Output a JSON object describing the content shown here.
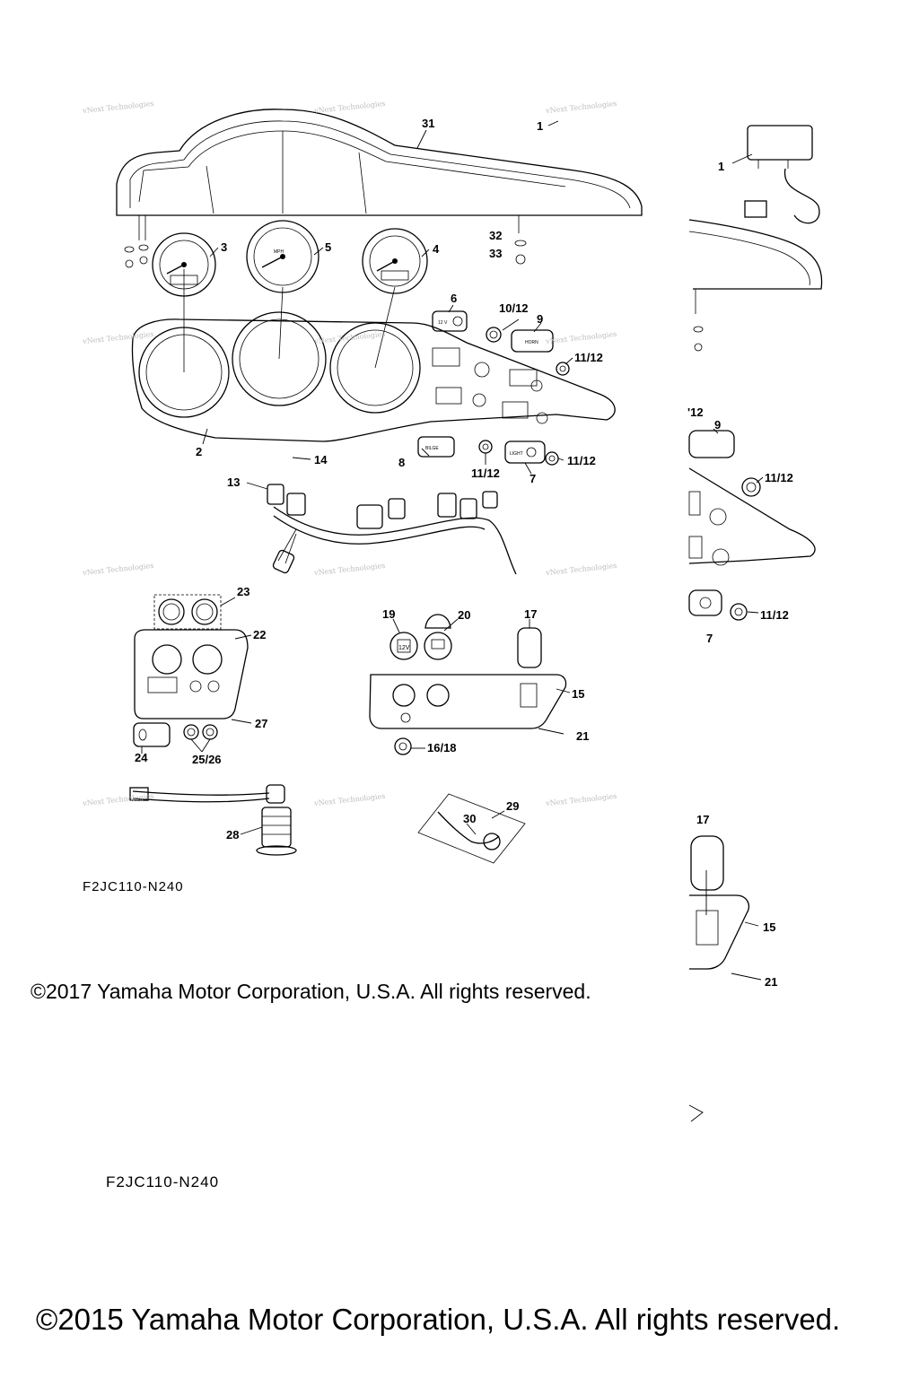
{
  "callouts": {
    "c1": "1",
    "c1b": "1",
    "c2": "2",
    "c3": "3",
    "c4": "4",
    "c5": "5",
    "c6": "6",
    "c7": "7",
    "c7b": "7",
    "c8": "8",
    "c9": "9",
    "c9b": "9",
    "c10_12": "10/12",
    "c11_12a": "11/12",
    "c11_12b": "11/12",
    "c11_12c": "11/12",
    "c11_12d": "11/12",
    "c11_12e": "11/12",
    "c12_partial": "'12",
    "c13": "13",
    "c14": "14",
    "c15": "15",
    "c15b": "15",
    "c16_18": "16/18",
    "c17": "17",
    "c17b": "17",
    "c19": "19",
    "c20": "20",
    "c21": "21",
    "c21b": "21",
    "c22": "22",
    "c23": "23",
    "c24": "24",
    "c25_26": "25/26",
    "c27": "27",
    "c28": "28",
    "c29": "29",
    "c30": "30",
    "c31": "31",
    "c32": "32",
    "c33": "33"
  },
  "watermark": "vNext Technologies",
  "diagram_code_1": "F2JC110-N240",
  "diagram_code_2": "F2JC110-N240",
  "copyright_1": "©2017 Yamaha Motor Corporation, U.S.A. All rights reserved.",
  "copyright_2": "©2015 Yamaha Motor Corporation, U.S.A. All rights reserved.",
  "switch_labels": {
    "s6": "12 V",
    "s8": "BILGE",
    "s9": "HORN",
    "s7": "LIGHT"
  },
  "gauge_labels": {
    "g5": "MPH"
  },
  "outlet_label": "12V"
}
